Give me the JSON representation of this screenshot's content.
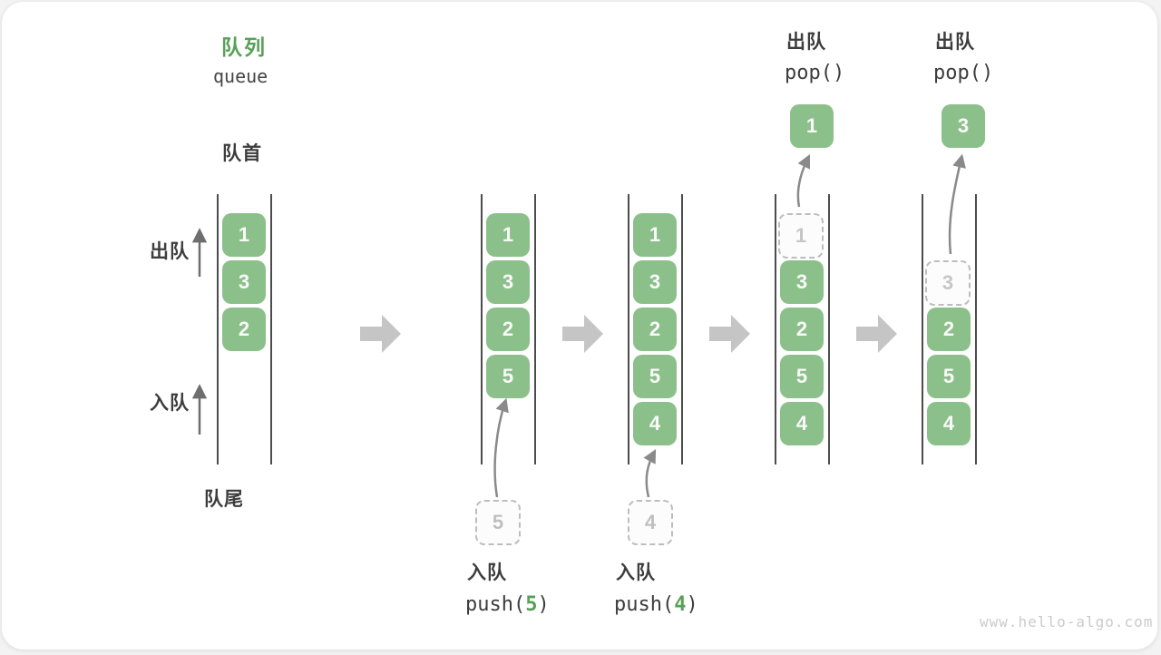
{
  "title": {
    "zh": "队列",
    "en": "queue"
  },
  "side_labels": {
    "front": "队首",
    "rear": "队尾",
    "dequeue": "出队",
    "enqueue": "入队"
  },
  "colors": {
    "accent_green": "#57a157",
    "box_green": "#8cc08a",
    "block_arrow_gray": "#c5c5c5",
    "line_dark": "#4c4c4c",
    "curve_arrow_gray": "#8a8a8a"
  },
  "states": [
    {
      "cells": [
        "1",
        "3",
        "2"
      ]
    },
    {
      "cells": [
        "1",
        "3",
        "2",
        "5"
      ],
      "incoming": "5",
      "op_action": "入队",
      "op_fn": "push(",
      "op_arg": "5",
      "op_close": ")"
    },
    {
      "cells": [
        "1",
        "3",
        "2",
        "5",
        "4"
      ],
      "incoming": "4",
      "op_action": "入队",
      "op_fn": "push(",
      "op_arg": "4",
      "op_close": ")"
    },
    {
      "cells": [
        "1",
        "3",
        "2",
        "5",
        "4"
      ],
      "popped": "1",
      "op_action": "出队",
      "op_fn": "pop()"
    },
    {
      "cells": [
        "3",
        "2",
        "5",
        "4"
      ],
      "popped": "3",
      "op_action": "出队",
      "op_fn": "pop()"
    }
  ],
  "watermark": "www.hello-algo.com"
}
